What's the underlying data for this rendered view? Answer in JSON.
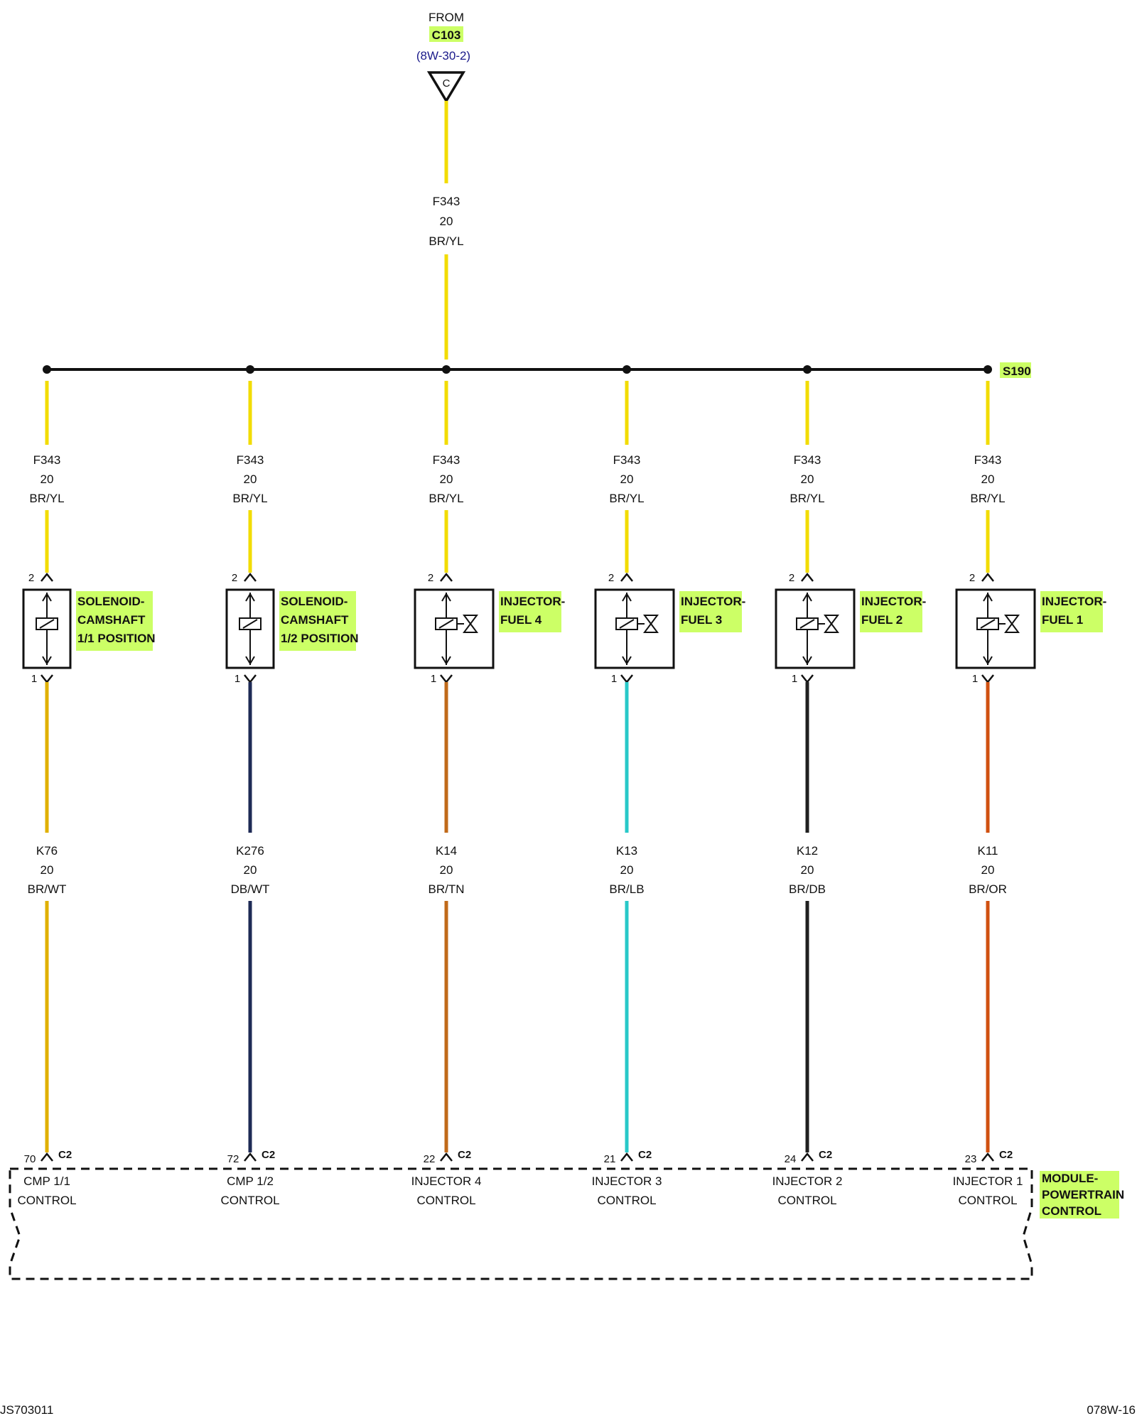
{
  "colors": {
    "highlight": "#ccff66",
    "BR/YL": "#f2dc00",
    "BR/WT": "#e0b000",
    "DB/WT": "#1e2a55",
    "BR/TN": "#c06a1a",
    "BR/LB": "#28c8c8",
    "BR/DB": "#202020",
    "BR/OR": "#d05010",
    "ref": "#1a1a8a"
  },
  "source": {
    "from": "FROM",
    "connector": "C103",
    "ref": "(8W-30-2)",
    "triangle_label": "C"
  },
  "feed_wire": {
    "circuit": "F343",
    "gauge": "20",
    "color": "BR/YL"
  },
  "splice": "S190",
  "branches": [
    {
      "upper": {
        "circuit": "F343",
        "gauge": "20",
        "color": "BR/YL"
      },
      "pin_top": "2",
      "pin_bottom": "1",
      "component": {
        "kind": "solenoid",
        "lines": [
          "SOLENOID-",
          "CAMSHAFT",
          "1/1 POSITION"
        ]
      },
      "lower": {
        "circuit": "K76",
        "gauge": "20",
        "color": "BR/WT"
      },
      "module_pin": "70",
      "module_conn": "C2",
      "function": [
        "CMP 1/1",
        "CONTROL"
      ]
    },
    {
      "upper": {
        "circuit": "F343",
        "gauge": "20",
        "color": "BR/YL"
      },
      "pin_top": "2",
      "pin_bottom": "1",
      "component": {
        "kind": "solenoid",
        "lines": [
          "SOLENOID-",
          "CAMSHAFT",
          "1/2 POSITION"
        ]
      },
      "lower": {
        "circuit": "K276",
        "gauge": "20",
        "color": "DB/WT"
      },
      "module_pin": "72",
      "module_conn": "C2",
      "function": [
        "CMP 1/2",
        "CONTROL"
      ]
    },
    {
      "upper": {
        "circuit": "F343",
        "gauge": "20",
        "color": "BR/YL"
      },
      "pin_top": "2",
      "pin_bottom": "1",
      "component": {
        "kind": "injector",
        "lines": [
          "INJECTOR-",
          "FUEL 4"
        ]
      },
      "lower": {
        "circuit": "K14",
        "gauge": "20",
        "color": "BR/TN"
      },
      "module_pin": "22",
      "module_conn": "C2",
      "function": [
        "INJECTOR 4",
        "CONTROL"
      ]
    },
    {
      "upper": {
        "circuit": "F343",
        "gauge": "20",
        "color": "BR/YL"
      },
      "pin_top": "2",
      "pin_bottom": "1",
      "component": {
        "kind": "injector",
        "lines": [
          "INJECTOR-",
          "FUEL 3"
        ]
      },
      "lower": {
        "circuit": "K13",
        "gauge": "20",
        "color": "BR/LB"
      },
      "module_pin": "21",
      "module_conn": "C2",
      "function": [
        "INJECTOR 3",
        "CONTROL"
      ]
    },
    {
      "upper": {
        "circuit": "F343",
        "gauge": "20",
        "color": "BR/YL"
      },
      "pin_top": "2",
      "pin_bottom": "1",
      "component": {
        "kind": "injector",
        "lines": [
          "INJECTOR-",
          "FUEL 2"
        ]
      },
      "lower": {
        "circuit": "K12",
        "gauge": "20",
        "color": "BR/DB"
      },
      "module_pin": "24",
      "module_conn": "C2",
      "function": [
        "INJECTOR 2",
        "CONTROL"
      ]
    },
    {
      "upper": {
        "circuit": "F343",
        "gauge": "20",
        "color": "BR/YL"
      },
      "pin_top": "2",
      "pin_bottom": "1",
      "component": {
        "kind": "injector",
        "lines": [
          "INJECTOR-",
          "FUEL 1"
        ]
      },
      "lower": {
        "circuit": "K11",
        "gauge": "20",
        "color": "BR/OR"
      },
      "module_pin": "23",
      "module_conn": "C2",
      "function": [
        "INJECTOR 1",
        "CONTROL"
      ]
    }
  ],
  "module": {
    "lines": [
      "MODULE-",
      "POWERTRAIN",
      "CONTROL"
    ]
  },
  "footer": {
    "left": "JS703011",
    "right": "078W-16"
  }
}
